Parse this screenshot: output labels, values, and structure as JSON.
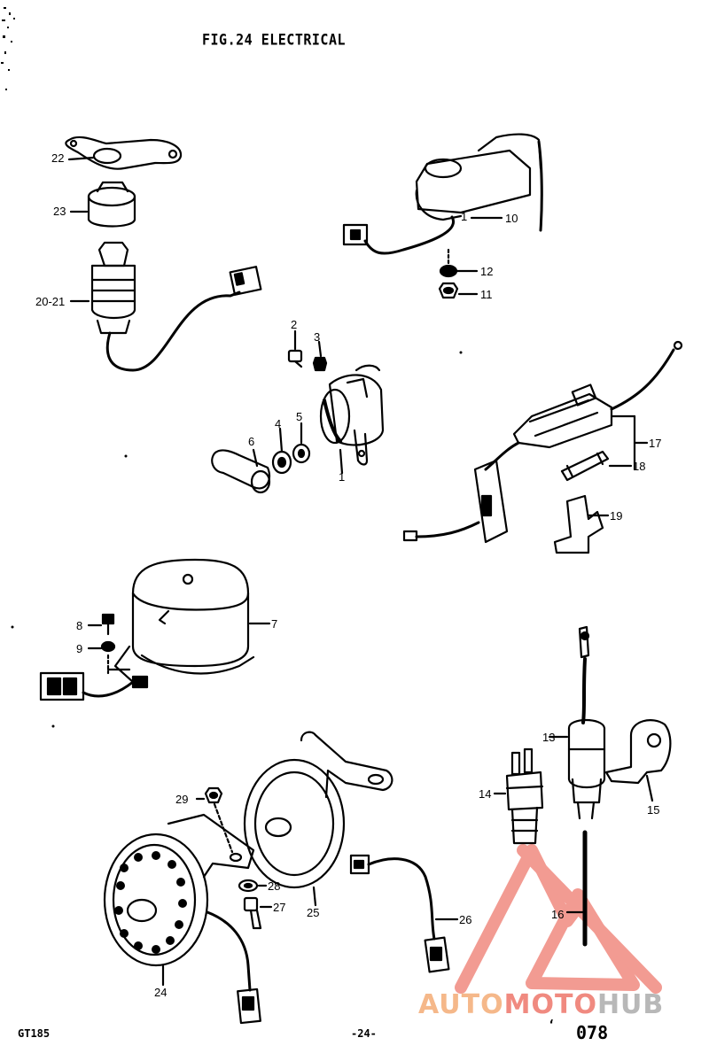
{
  "title": "FIG.24  ELECTRICAL",
  "labels": {
    "p1a": "1",
    "p1b": "1",
    "p2": "2",
    "p3": "3",
    "p4": "4",
    "p5": "5",
    "p6": "6",
    "p7": "7",
    "p8": "8",
    "p9": "9",
    "p10": "10",
    "p11": "11",
    "p12": "12",
    "p13": "13",
    "p14": "14",
    "p15": "15",
    "p16": "16",
    "p17": "17",
    "p18": "18",
    "p19": "19",
    "p2021": "20-21",
    "p22": "22",
    "p23": "23",
    "p24": "24",
    "p25": "25",
    "p26": "26",
    "p27": "27",
    "p28": "28",
    "p29": "29"
  },
  "footer": {
    "model": "GT185",
    "page": "-24-",
    "code": "078",
    "mark": "‘"
  },
  "watermark": {
    "part1": "AUTO",
    "part2": "MOTO",
    "part3": "HUB"
  },
  "colors": {
    "ink": "#000000",
    "watermark_red": "#f08a80",
    "watermark_orange": "#f5b88a",
    "watermark_gray": "#b8b8b8"
  }
}
